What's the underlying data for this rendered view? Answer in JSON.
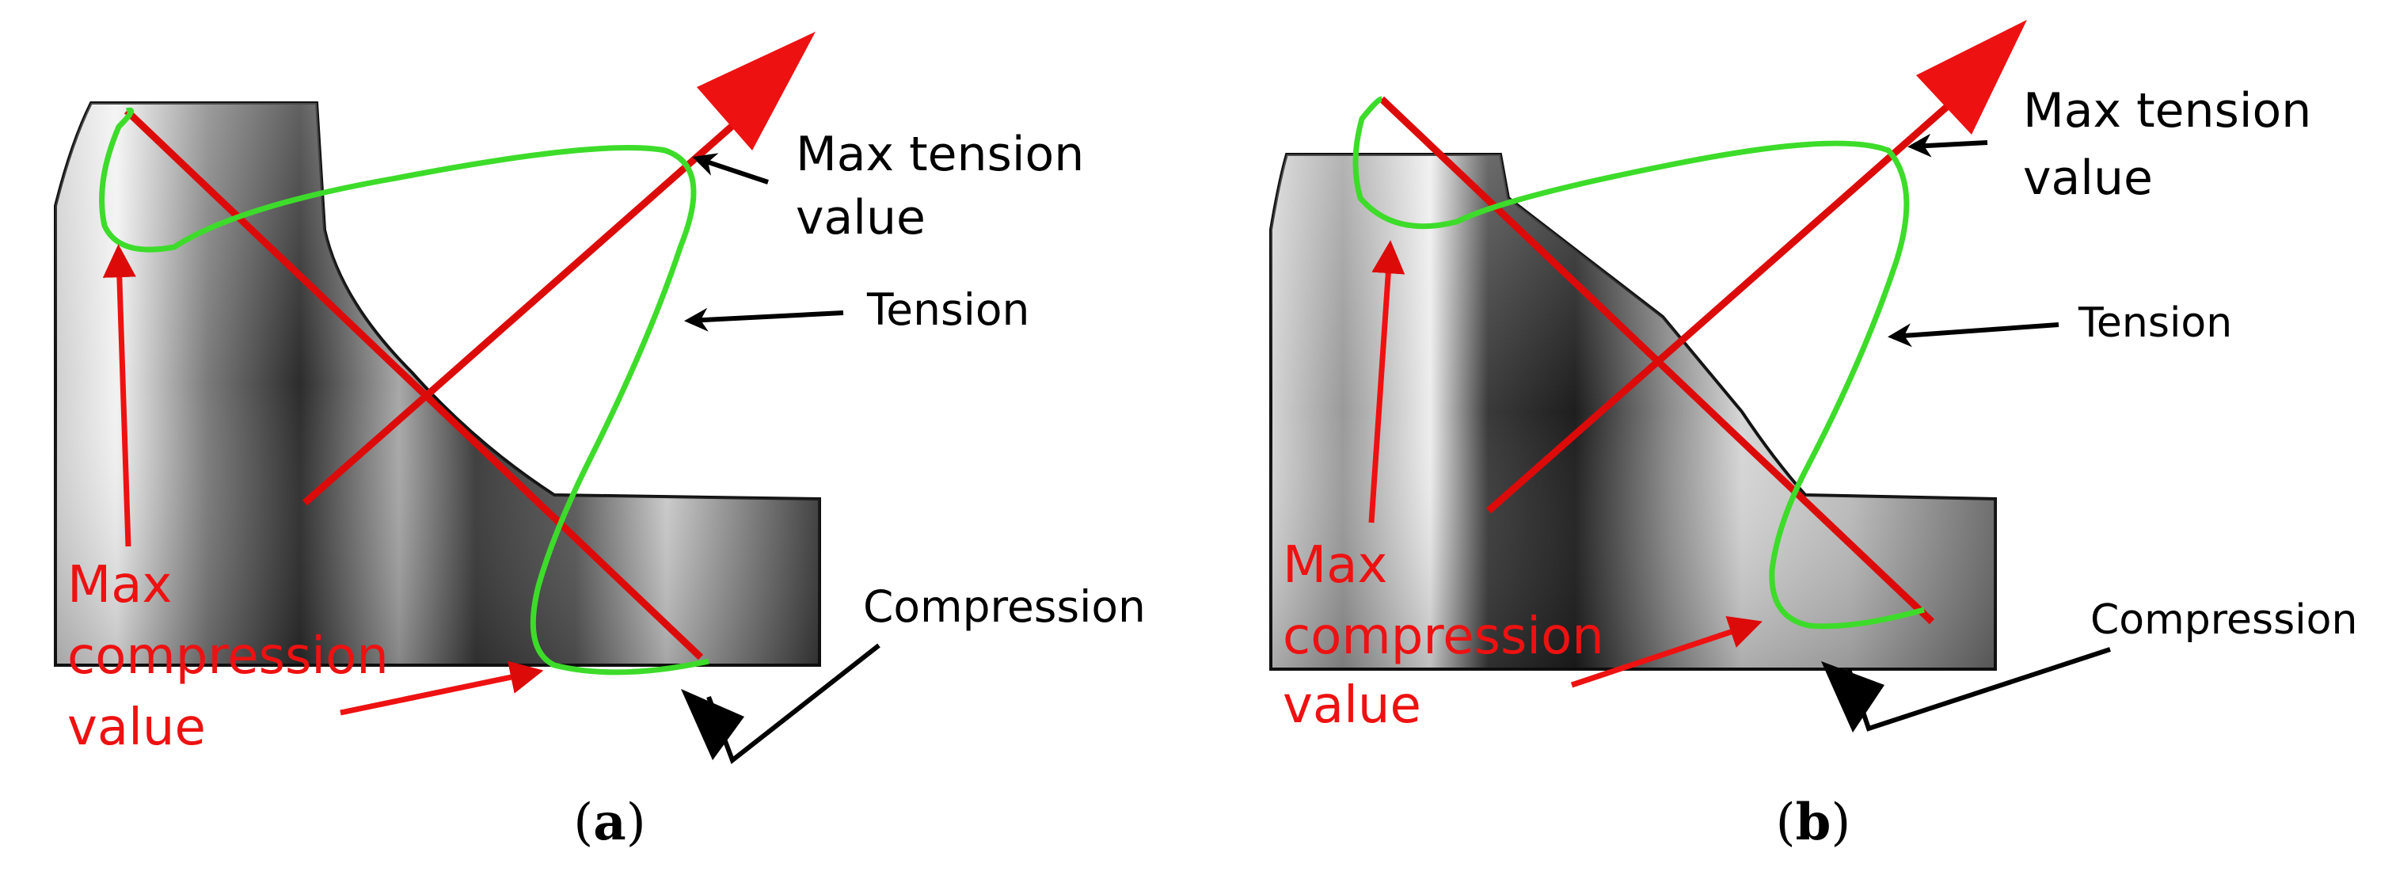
{
  "panels": [
    {
      "id": "a",
      "caption_open": "(",
      "caption_letter": "a",
      "caption_close": ")",
      "labels": {
        "max_tension_line1": "Max tension",
        "max_tension_line2": "value",
        "tension": "Tension",
        "compression": "Compression",
        "max_compression_line1": "Max",
        "max_compression_line2": "compression",
        "max_compression_line3": "value"
      }
    },
    {
      "id": "b",
      "caption_open": "(",
      "caption_letter": "b",
      "caption_close": ")",
      "labels": {
        "max_tension_line1": "Max tension",
        "max_tension_line2": "value",
        "tension": "Tension",
        "compression": "Compression",
        "max_compression_line1": "Max",
        "max_compression_line2": "compression",
        "max_compression_line3": "value"
      }
    }
  ],
  "colors": {
    "stress_profile": "#3ddc2a",
    "axis_lines": "#dd0a0a",
    "pointer_arrows": "#000000",
    "max_compression_text": "#ee1111",
    "specimen_light": "#d9d9d9",
    "specimen_dark": "#2e2e2e"
  }
}
